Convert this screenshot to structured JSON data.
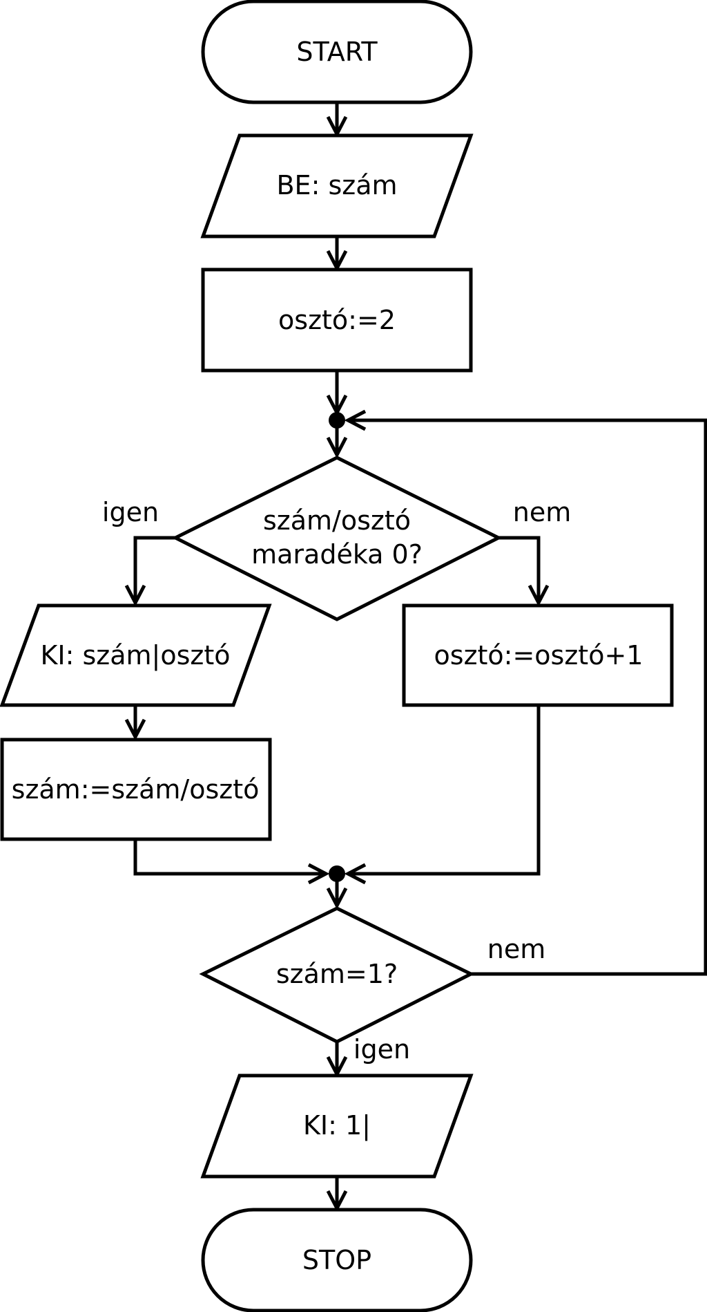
{
  "nodes": {
    "start": "START",
    "input": "BE: szám",
    "init": "osztó:=2",
    "cond1_line1": "szám/osztó",
    "cond1_line2": "maradéka 0?",
    "output_factor": "KI: szám|osztó",
    "divide": "szám:=szám/osztó",
    "increment": "osztó:=osztó+1",
    "cond2": "szám=1?",
    "output_one": "KI: 1|",
    "stop": "STOP"
  },
  "branches": {
    "cond1_yes": "igen",
    "cond1_no": "nem",
    "cond2_no": "nem",
    "cond2_yes": "igen"
  }
}
